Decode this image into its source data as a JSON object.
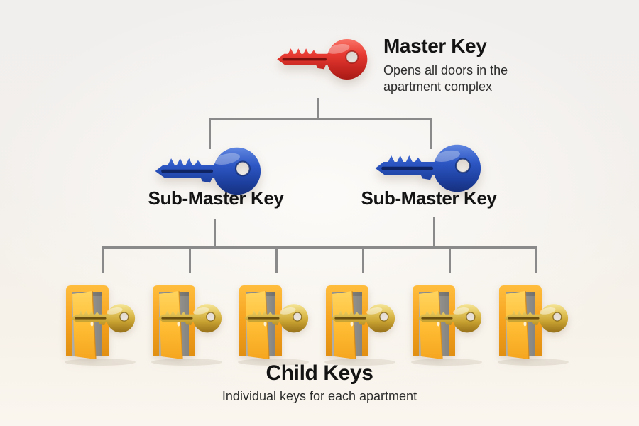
{
  "hierarchy": {
    "master": {
      "title": "Master Key",
      "subtitle_line1": "Opens all doors in the",
      "subtitle_line2": "apartment complex",
      "key_color": "#e0362e",
      "icon": "red-master-key-icon"
    },
    "sub_masters": {
      "left_label": "Sub-Master Key",
      "right_label": "Sub-Master Key",
      "count": 2,
      "key_color": "#2a52bb",
      "icon": "blue-sub-master-key-icon"
    },
    "child_keys": {
      "title": "Child Keys",
      "subtitle": "Individual keys for each apartment",
      "count": 6,
      "key_color": "#d2ae3c",
      "door_color": "#f5a41f",
      "icon": "open-door-with-gold-key-icon"
    },
    "connector_color": "#8a8a8a",
    "background_color": "#f3f0ec"
  }
}
